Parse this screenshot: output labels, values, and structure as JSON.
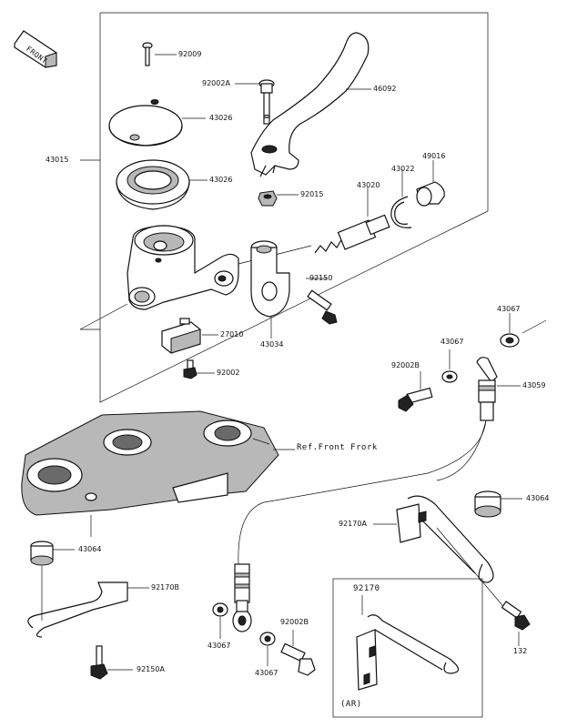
{
  "diagram": {
    "front_badge": "FRONT",
    "ref_text": "Ref.Front Frork",
    "inset_part": "92170",
    "inset_note": "(AR)",
    "parts": {
      "p92009": "92009",
      "p92002A": "92002A",
      "p46092": "46092",
      "p43026a": "43026",
      "p43015": "43015",
      "p43026b": "43026",
      "p43022": "43022",
      "p49016": "49016",
      "p92015": "92015",
      "p43020": "43020",
      "p92150": "92150",
      "p43067a": "43067",
      "p27010": "27010",
      "p43034": "43034",
      "p43067b": "43067",
      "p92002B": "92002B",
      "p43059": "43059",
      "p92002": "92002",
      "p43064a": "43064",
      "p92170A": "92170A",
      "p43064b": "43064",
      "p92170B": "92170B",
      "p92002Bb": "92002B",
      "p43067c": "43067",
      "p43067d": "43067",
      "p132": "132",
      "p92150A": "92150A"
    }
  }
}
